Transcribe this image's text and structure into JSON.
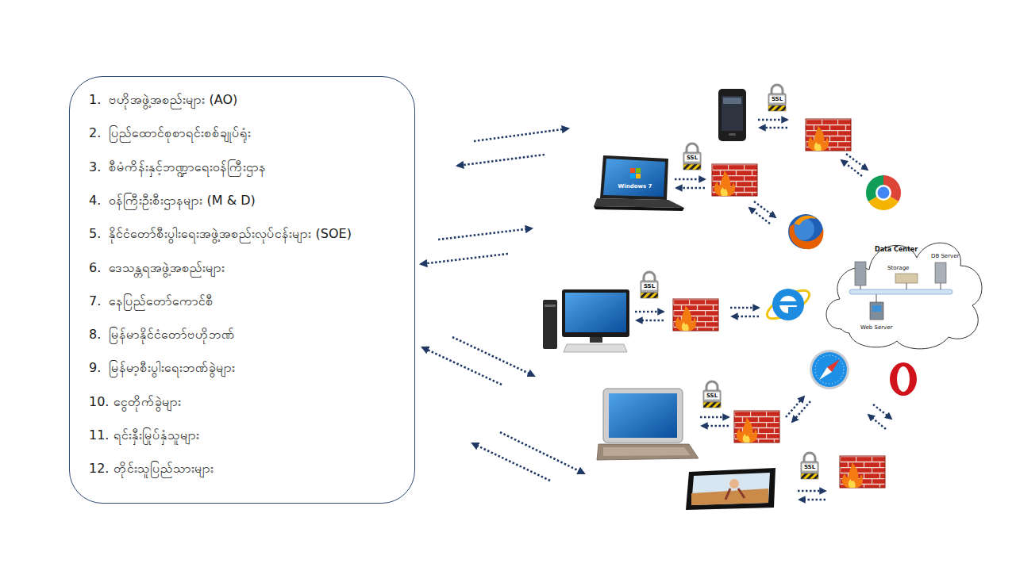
{
  "diagram": {
    "nodes": [
      {
        "text": [
          "1.  ဗဟိုအဖွဲ့အစည်းများ (AO)",
          "2.  ပြည်ထောင်စုစာရင်းစစ်ချုပ်ရုံး",
          "3.  စီမံကိန်းနှင့်ဘဏ္ဍာရေးဝန်ကြီးဌာန",
          "4.  ဝန်ကြီးဦးစီးဌာနများ (M & D)",
          "5.  နိုင်ငံတော်စီးပွါးရေးအဖွဲ့အစည်းလုပ်ငန်းများ (SOE)",
          "6.  ဒေသန္တရအဖွဲ့အစည်းများ",
          "7.  နေပြည်တော်ကောင်စီ",
          "8.  မြန်မာနိုင်ငံတော်ဗဟိုဘဏ်",
          "9.  မြန်မာ့စီးပွါးရေးဘဏ်ခွဲများ",
          "10. ငွေတိုက်ခွဲများ",
          "11. ရင်းနှီးမြုပ်နှံသူများ",
          "12. တိုင်းသူပြည်သားများ"
        ]
      },
      {
        "text": [
          "Data Center",
          "Storage",
          "DB Server",
          "Web Server"
        ]
      }
    ],
    "labels": [
      "SSL",
      "SSL",
      "SSL",
      "SSL",
      "SSL",
      "Windows 7"
    ]
  }
}
